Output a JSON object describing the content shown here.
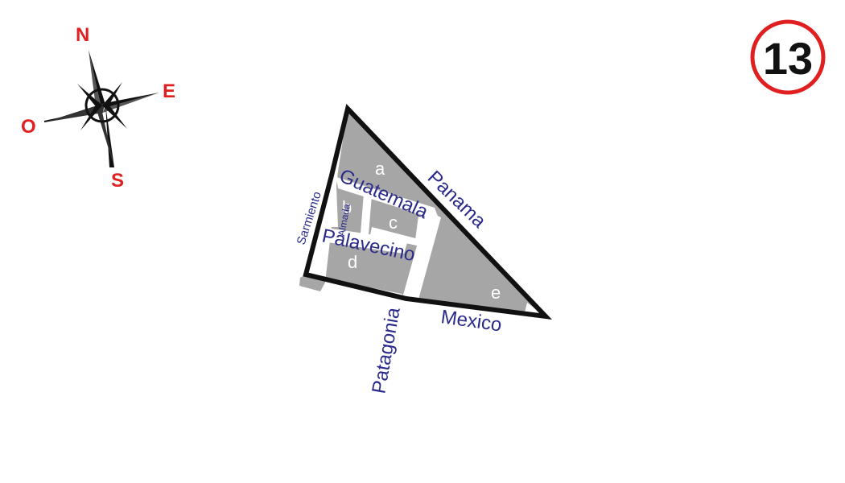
{
  "badge": {
    "number": "13",
    "ring_color": "#e02020"
  },
  "compass": {
    "north": "N",
    "east": "E",
    "south": "S",
    "west": "O",
    "letter_color": "#e02020"
  },
  "streets": {
    "panama": "Panama",
    "guatemala": "Guatemala",
    "sarmiento": "Sarmiento",
    "almada": "Almada",
    "palavecino": "Palavecino",
    "patagonia": "Patagonia",
    "mexico": "Mexico"
  },
  "lots": {
    "a": "a",
    "b": "b",
    "c": "c",
    "d": "d",
    "e": "e"
  },
  "colors": {
    "block_fill": "#a6a6a6",
    "street_text": "#2a2a8a",
    "outline": "#111111"
  }
}
